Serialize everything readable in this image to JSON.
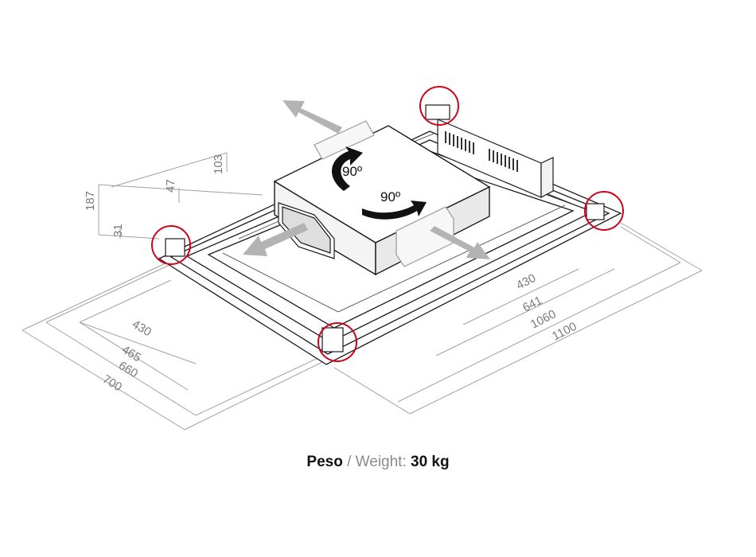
{
  "dimensions": {
    "width_set": [
      "430",
      "641",
      "1060",
      "1100"
    ],
    "depth_set": [
      "430",
      "465",
      "660",
      "700"
    ],
    "heights": [
      "187",
      "103",
      "47",
      "31"
    ]
  },
  "rotation_labels": [
    "90º",
    "90º"
  ],
  "caption": {
    "peso": "Peso",
    "separator": " / ",
    "weight_label": "Weight:",
    "weight_value": "30 kg"
  },
  "colors": {
    "highlight_circle": "#d0021b",
    "arrow": "#b3b3b3",
    "dimension": "#8a8a8a",
    "outline": "#1a1a1a"
  },
  "icons": [
    "airflow-arrow",
    "rotate-arrow",
    "bracket-highlight"
  ]
}
